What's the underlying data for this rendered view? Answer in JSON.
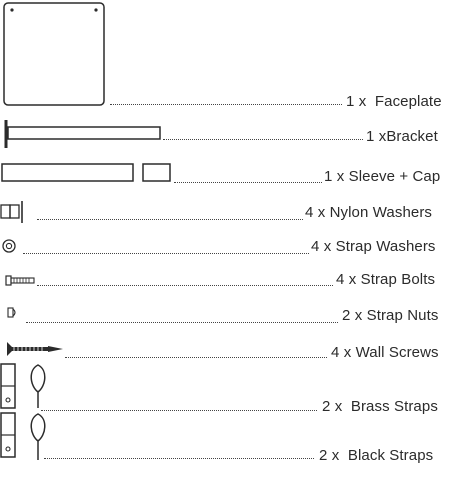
{
  "parts": [
    {
      "qty": "1 x",
      "name": "Faceplate",
      "icon": "faceplate-icon"
    },
    {
      "qty": "1 x",
      "name": "Bracket",
      "icon": "bracket-icon"
    },
    {
      "qty": "1 x",
      "name": "Sleeve + Cap",
      "icon": "sleeve-cap-icon"
    },
    {
      "qty": "4 x",
      "name": "Nylon Washers",
      "icon": "nylon-washer-icon"
    },
    {
      "qty": "4 x",
      "name": "Strap Washers",
      "icon": "strap-washer-icon"
    },
    {
      "qty": "4 x",
      "name": "Strap Bolts",
      "icon": "strap-bolt-icon"
    },
    {
      "qty": "2 x",
      "name": "Strap Nuts",
      "icon": "strap-nut-icon"
    },
    {
      "qty": "4 x",
      "name": "Wall Screws",
      "icon": "wall-screw-icon"
    },
    {
      "qty": "2 x",
      "name": "Brass Straps",
      "icon": "brass-strap-icon"
    },
    {
      "qty": "2 x",
      "name": "Black Straps",
      "icon": "black-strap-icon"
    }
  ],
  "colors": {
    "ink": "#2b2b2b",
    "background": "#ffffff"
  }
}
